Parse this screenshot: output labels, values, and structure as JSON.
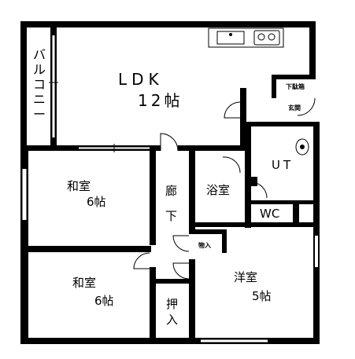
{
  "rooms": {
    "ldk_name": "LDK",
    "ldk_size": "12帖",
    "balcony": "バルコニー",
    "washitsu1_name": "和室",
    "washitsu1_size": "6帖",
    "washitsu2_name": "和室",
    "washitsu2_size": "6帖",
    "hallway_1": "廊",
    "hallway_2": "下",
    "bath": "浴室",
    "ut": "UT",
    "wc": "WC",
    "entrance": "玄関",
    "shoe_storage": "下駄箱",
    "storage_small": "物入",
    "closet_1": "押",
    "closet_2": "入",
    "yoshitsu_name": "洋室",
    "yoshitsu_size": "5帖"
  }
}
